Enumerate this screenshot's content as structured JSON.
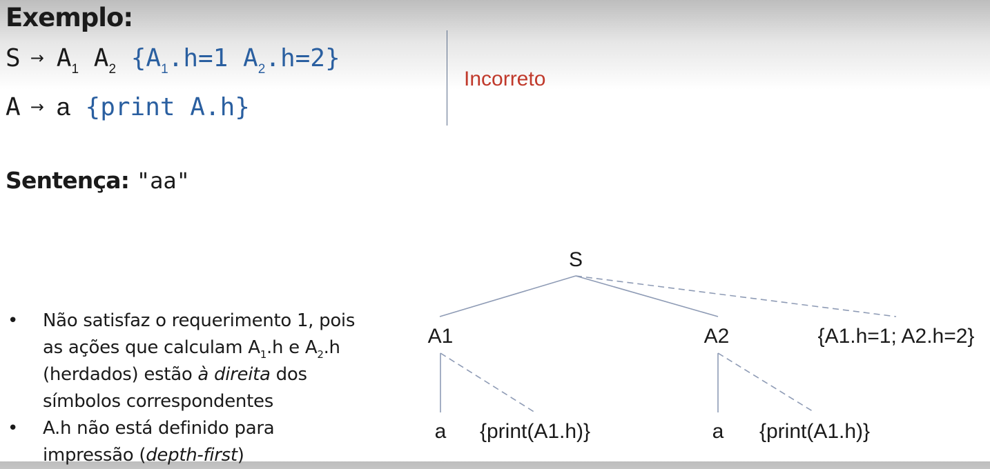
{
  "title": "Exemplo:",
  "rules": {
    "r1": {
      "lhs": "S",
      "arrow": "→",
      "a1": "A",
      "a1_sub": "1",
      "a2": "A",
      "a2_sub": "2",
      "act_open": "{A",
      "act_sub1": "1",
      "act_mid": ".h=1 A",
      "act_sub2": "2",
      "act_close": ".h=2}"
    },
    "r2": {
      "lhs": "A",
      "arrow": "→",
      "sym": "a",
      "action": "{print A.h}"
    }
  },
  "status": "Incorreto",
  "sentence": {
    "label": "Sentença:",
    "value": "\"aa\""
  },
  "bullets": {
    "b1": {
      "p1": "Não satisfaz o requerimento 1, pois as ações que calculam A",
      "s1": "1",
      "p2": ".h e A",
      "s2": "2",
      "p3": ".h (herdados) estão ",
      "em": "à direita",
      "p4": " dos símbolos correspondentes"
    },
    "b2": {
      "p1": "A.h não está definido para impressão (",
      "em": "depth-first",
      "p2": ")"
    }
  },
  "tree": {
    "root": "S",
    "a1": "A1",
    "a2": "A2",
    "root_action": "{A1.h=1; A2.h=2}",
    "a1_leaf": "a",
    "a1_action": "{print(A1.h)}",
    "a2_leaf": "a",
    "a2_action": "{print(A1.h)}"
  },
  "colors": {
    "action": "#2a5fa0",
    "status": "#c0392b",
    "tree_edge": "#8e9bb5"
  }
}
